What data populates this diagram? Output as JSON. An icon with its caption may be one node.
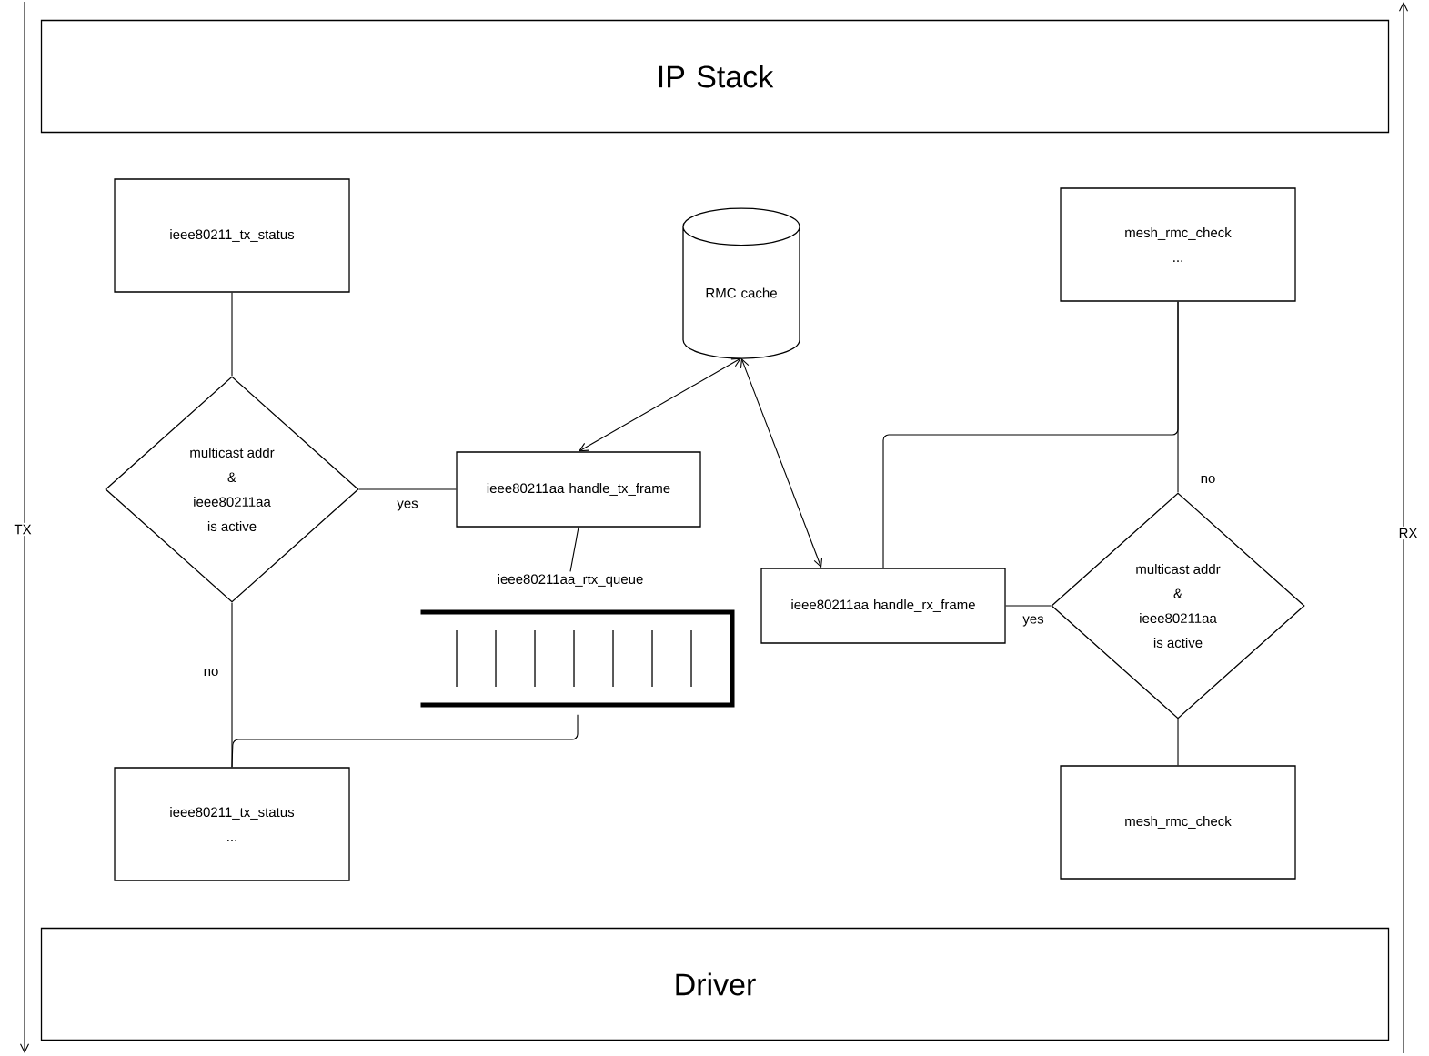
{
  "diagram": {
    "nodes": [
      {
        "text": [
          "IP Stack"
        ]
      },
      {
        "text": [
          "ieee80211_tx_status"
        ]
      },
      {
        "text": [
          "multicast addr",
          "&",
          "ieee80211aa",
          "is active"
        ]
      },
      {
        "text": [
          "RMC cache"
        ]
      },
      {
        "text": [
          "ieee80211aa handle_tx_frame"
        ]
      },
      {
        "text": [
          "mesh_rmc_check",
          "..."
        ]
      },
      {
        "text": [
          "ieee80211aa_rtx_queue"
        ]
      },
      {
        "text": [
          "ieee80211aa handle_rx_frame"
        ]
      },
      {
        "text": [
          "multicast addr",
          "&",
          "ieee80211aa",
          "is active"
        ]
      },
      {
        "text": [
          "ieee80211_tx_status",
          "..."
        ]
      },
      {
        "text": [
          "mesh_rmc_check"
        ]
      },
      {
        "text": [
          "Driver"
        ]
      }
    ],
    "edges": [
      {
        "from": 1,
        "to": 2,
        "arrow": "none"
      },
      {
        "from": 2,
        "to": 4,
        "arrow": "none",
        "label": "yes"
      },
      {
        "from": 4,
        "to": 3,
        "arrow": "both"
      },
      {
        "from": 3,
        "to": 7,
        "arrow": "both"
      },
      {
        "from": 4,
        "to": 6,
        "arrow": "none"
      },
      {
        "from": 2,
        "to": 9,
        "arrow": "none",
        "label": "no"
      },
      {
        "from": 6,
        "to": 9,
        "arrow": "none"
      },
      {
        "from": 10,
        "to": 8,
        "arrow": "none"
      },
      {
        "from": 8,
        "to": 7,
        "arrow": "none",
        "label": "yes"
      },
      {
        "from": 8,
        "to": 5,
        "arrow": "none",
        "label": "no"
      },
      {
        "from": 7,
        "to": 5,
        "arrow": "none"
      }
    ],
    "labels": [
      "TX",
      "RX"
    ]
  }
}
